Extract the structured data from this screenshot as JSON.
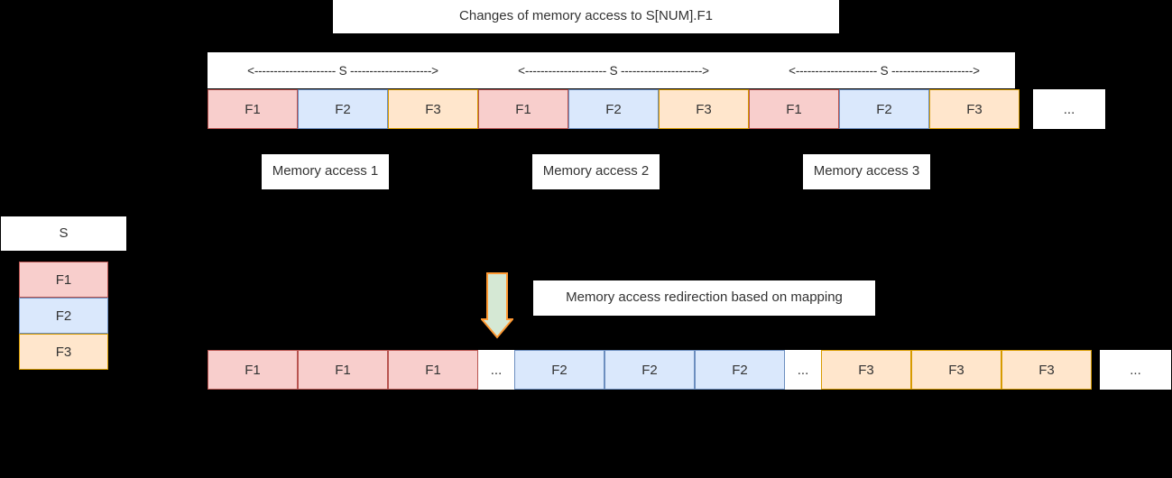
{
  "title": {
    "text": "Changes of memory access to S[NUM].F1"
  },
  "colors": {
    "background": "#000000",
    "box_fill": "#ffffff",
    "f1_fill": "#f8cecc",
    "f1_border": "#b85450",
    "f2_fill": "#dae8fc",
    "f2_border": "#6c8ebf",
    "f3_fill": "#ffe6cc",
    "f3_border": "#d79b00",
    "arrow_fill": "#d5e8d4",
    "arrow_border": "#ff9933",
    "text": "#333333"
  },
  "span_arrows": [
    {
      "label": "<--------------------- S --------------------->"
    },
    {
      "label": "<--------------------- S --------------------->"
    },
    {
      "label": "<--------------------- S --------------------->"
    }
  ],
  "top_row": {
    "cells": [
      {
        "label": "F1",
        "kind": "f1",
        "width": 100
      },
      {
        "label": "F2",
        "kind": "f2",
        "width": 100
      },
      {
        "label": "F3",
        "kind": "f3",
        "width": 100
      },
      {
        "label": "F1",
        "kind": "f1",
        "width": 100
      },
      {
        "label": "F2",
        "kind": "f2",
        "width": 100
      },
      {
        "label": "F3",
        "kind": "f3",
        "width": 100
      },
      {
        "label": "F1",
        "kind": "f1",
        "width": 100
      },
      {
        "label": "F2",
        "kind": "f2",
        "width": 100
      },
      {
        "label": "F3",
        "kind": "f3",
        "width": 100
      },
      {
        "label": "",
        "kind": "gap",
        "width": 15
      },
      {
        "label": "...",
        "kind": "ell",
        "width": 80
      }
    ]
  },
  "memory_access_labels": [
    {
      "text": "Memory access 1"
    },
    {
      "text": "Memory access 2"
    },
    {
      "text": "Memory access 3"
    }
  ],
  "legend": {
    "struct_label": "S",
    "fields": [
      {
        "label": "F1",
        "kind": "f1"
      },
      {
        "label": "F2",
        "kind": "f2"
      },
      {
        "label": "F3",
        "kind": "f3"
      }
    ]
  },
  "redirection": {
    "arrow_icon": "down-arrow-icon",
    "label": "Memory access redirection based on mapping"
  },
  "bottom_row": {
    "cells": [
      {
        "label": "F1",
        "kind": "f1",
        "width": 100
      },
      {
        "label": "F1",
        "kind": "f1",
        "width": 100
      },
      {
        "label": "F1",
        "kind": "f1",
        "width": 100
      },
      {
        "label": "...",
        "kind": "ell",
        "width": 40
      },
      {
        "label": "F2",
        "kind": "f2",
        "width": 100
      },
      {
        "label": "F2",
        "kind": "f2",
        "width": 100
      },
      {
        "label": "F2",
        "kind": "f2",
        "width": 100
      },
      {
        "label": "...",
        "kind": "ell",
        "width": 40
      },
      {
        "label": "F3",
        "kind": "f3",
        "width": 100
      },
      {
        "label": "F3",
        "kind": "f3",
        "width": 100
      },
      {
        "label": "F3",
        "kind": "f3",
        "width": 100
      },
      {
        "label": "",
        "kind": "gap",
        "width": 9
      },
      {
        "label": "...",
        "kind": "ell",
        "width": 79
      }
    ]
  }
}
